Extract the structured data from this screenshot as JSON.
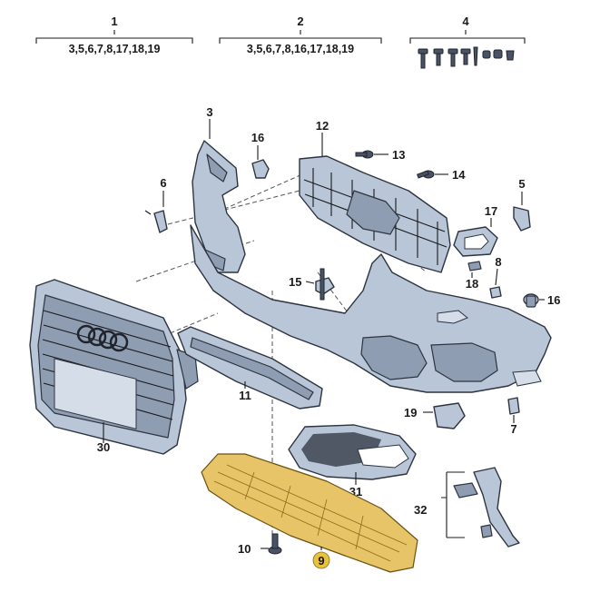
{
  "labels": {
    "p1": "1",
    "p2": "2",
    "p3": "3",
    "p4": "4",
    "p5": "5",
    "p6": "6",
    "p7": "7",
    "p8": "8",
    "p9": "9",
    "p10": "10",
    "p11": "11",
    "p12": "12",
    "p13": "13",
    "p14": "14",
    "p15": "15",
    "p16a": "16",
    "p16b": "16",
    "p17": "17",
    "p18": "18",
    "p19": "19",
    "p30": "30",
    "p31": "31",
    "p32": "32"
  },
  "kits": {
    "k1": "3,5,6,7,8,17,18,19",
    "k2": "3,5,6,7,8,16,17,18,19"
  },
  "colors": {
    "part_fill": "#b9c6d8",
    "highlight": "#e7c467",
    "highlight_badge": "#e8c23a"
  }
}
